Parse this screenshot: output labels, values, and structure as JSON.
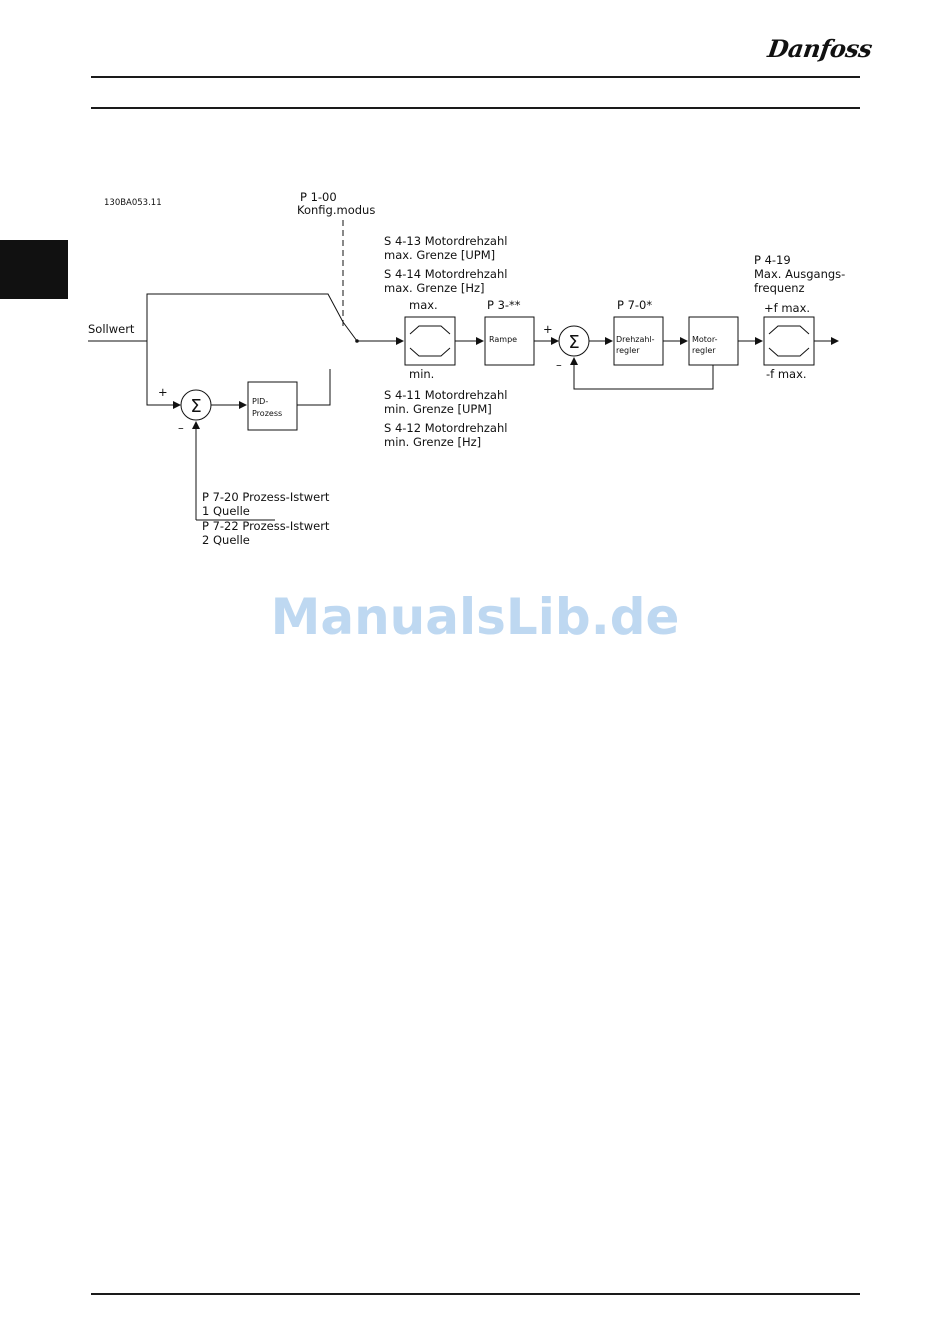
{
  "header": {
    "logo_text": "Danfoss"
  },
  "diagram": {
    "figure_code": "130BA053.11",
    "config": {
      "line1": "P 1-00",
      "line2": "Konfig.modus"
    },
    "setpoint_label": "Sollwert",
    "max_limits": [
      {
        "line1": "S 4-13 Motordrehzahl",
        "line2": "max. Grenze [UPM]"
      },
      {
        "line1": "S 4-14 Motordrehzahl",
        "line2": "max. Grenze [Hz]"
      }
    ],
    "min_limits": [
      {
        "line1": "S 4-11 Motordrehzahl",
        "line2": "min. Grenze [UPM]"
      },
      {
        "line1": "S 4-12 Motordrehzahl",
        "line2": "min. Grenze [Hz]"
      }
    ],
    "limiter": {
      "max": "max.",
      "min": "min."
    },
    "ramp": {
      "param": "P 3-**",
      "label": "Rampe"
    },
    "speed_ctrl": {
      "param": "P 7-0*",
      "line1": "Drehzahl-",
      "line2": "regler"
    },
    "motor_ctrl": {
      "line1": "Motor-",
      "line2": "regler"
    },
    "output_freq": {
      "line1": "P 4-19",
      "line2": "Max. Ausgangs-",
      "line3": "frequenz"
    },
    "freq_limiter": {
      "max": "+f max.",
      "min": "-f max."
    },
    "pid": {
      "line1": "PID-",
      "line2": "Prozess"
    },
    "feedback": [
      {
        "line1": "P 7-20 Prozess-Istwert",
        "line2": "1 Quelle"
      },
      {
        "line1": "P 7-22 Prozess-Istwert",
        "line2": "2 Quelle"
      }
    ],
    "plus_sign": "+",
    "minus_sign": "–",
    "sigma": "Σ"
  },
  "watermark": "ManualsLib.de"
}
